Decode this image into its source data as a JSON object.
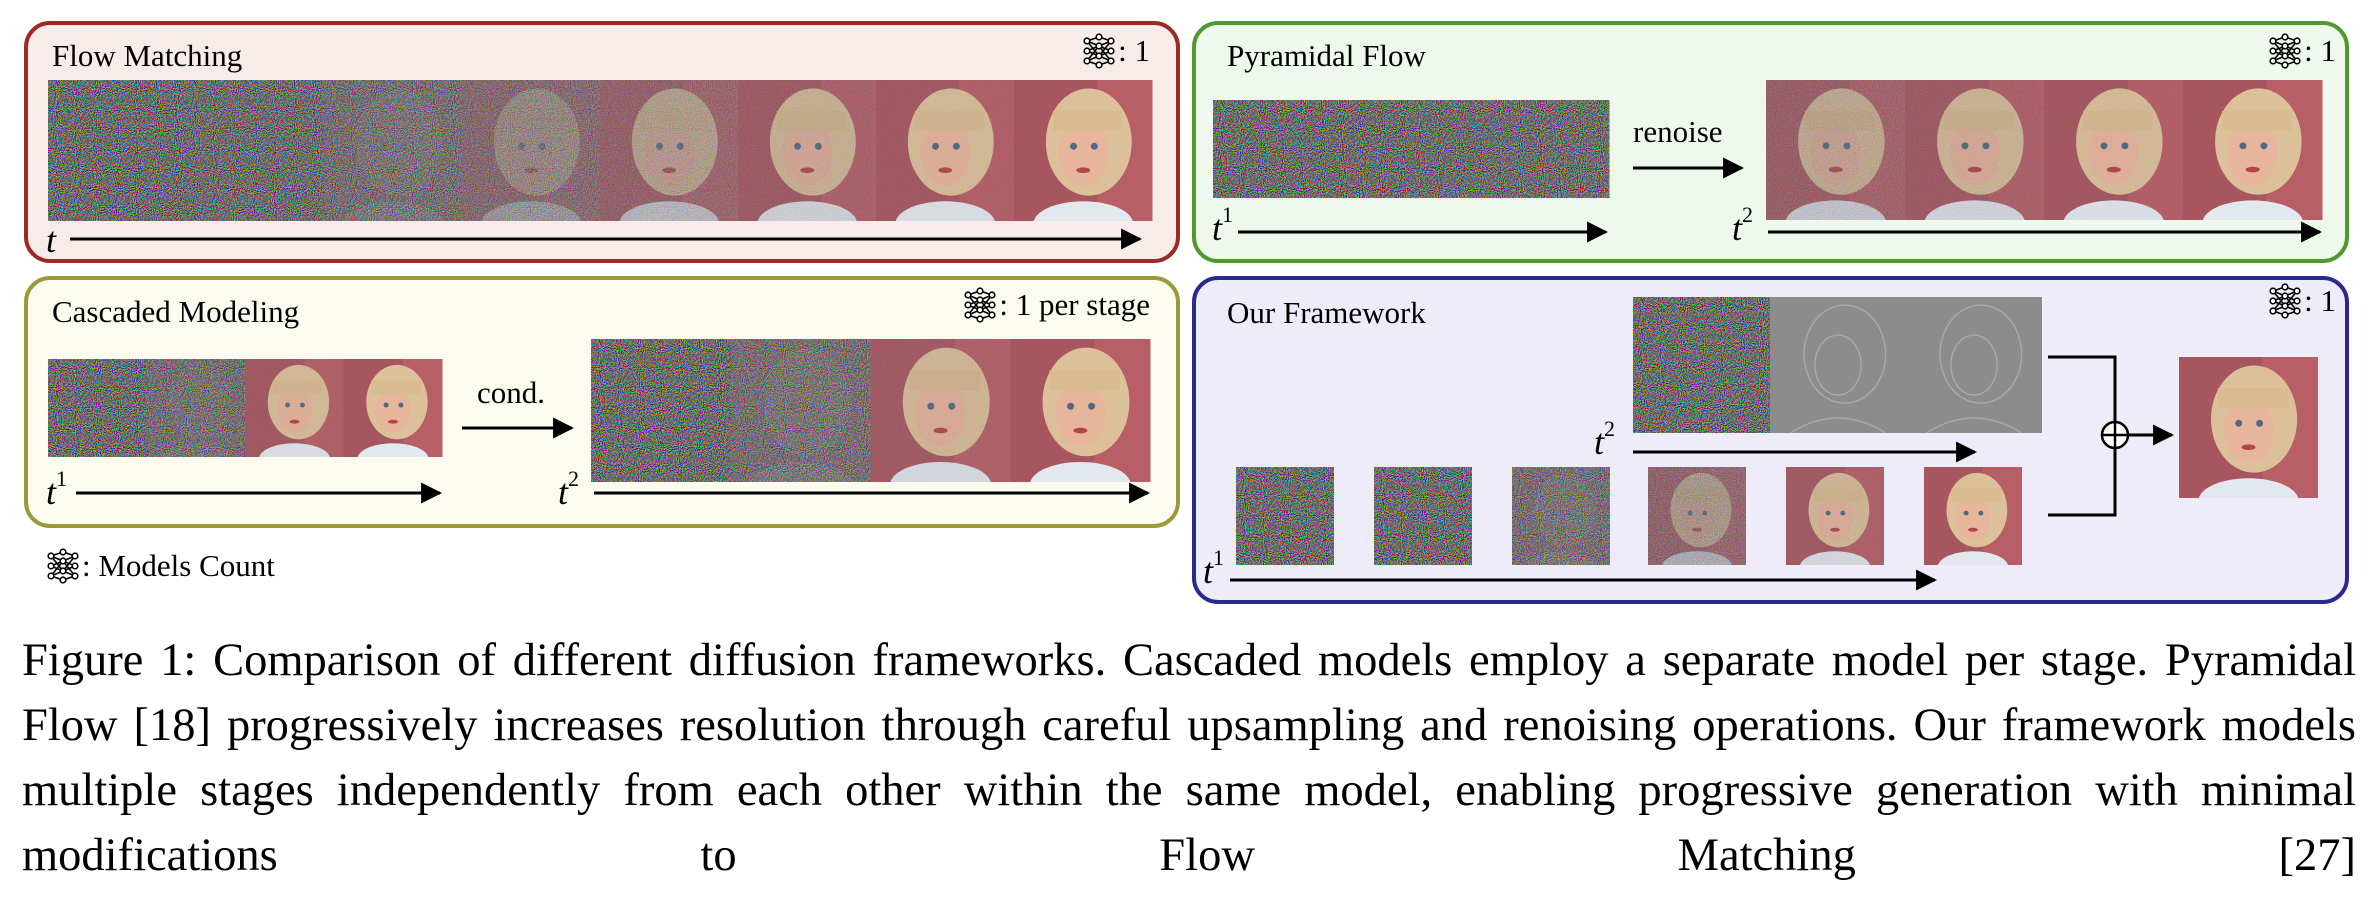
{
  "colors": {
    "flow_matching_border": "#9b2a24",
    "flow_matching_fill": "#f8ecea",
    "cascaded_border": "#9c9a38",
    "cascaded_fill": "#fbfbef",
    "pyramidal_border": "#4f9a2e",
    "pyramidal_fill": "#eff8ec",
    "ours_border": "#2a2a8c",
    "ours_fill": "#eeecf9"
  },
  "panels": {
    "flow_matching": {
      "title": "Flow Matching",
      "models_count": ": 1",
      "axis": "t"
    },
    "cascaded": {
      "title": "Cascaded Modeling",
      "models_count": ": 1 per stage",
      "axis1": "t",
      "sup1": "1",
      "axis2": "t",
      "sup2": "2",
      "arrow_label": "cond."
    },
    "pyramidal": {
      "title": "Pyramidal Flow",
      "models_count": ": 1",
      "axis1": "t",
      "sup1": "1",
      "axis2": "t",
      "sup2": "2",
      "arrow_label": "renoise"
    },
    "ours": {
      "title": "Our Framework",
      "models_count": ": 1",
      "axis1": "t",
      "sup1": "1",
      "axis2": "t",
      "sup2": "2"
    }
  },
  "legend": {
    "icon": "neural-network-icon",
    "text": ": Models Count"
  },
  "caption": "Figure 1: Comparison of different diffusion frameworks. Cascaded models employ a separate model per stage. Pyramidal Flow [18] progressively increases resolution through careful upsampling and renoising operations. Our framework models multiple stages independently from each other within the same model, enabling progressive generation with minimal modifications to Flow Matching [27]"
}
